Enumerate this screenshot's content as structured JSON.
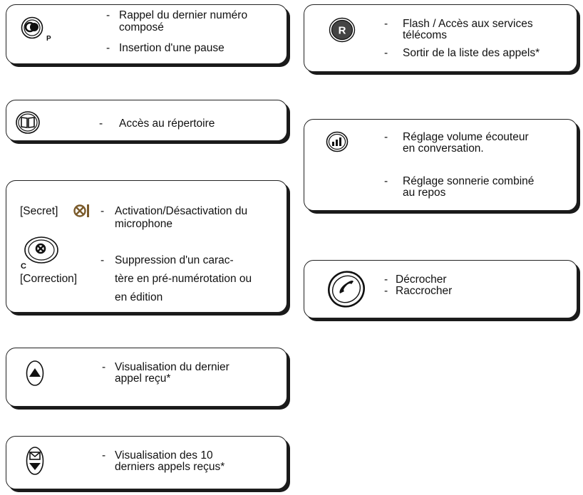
{
  "cards": [
    {
      "key": "redial",
      "icon_name": "redial-key-icon",
      "icon_sub": "P",
      "items": [
        [
          "Rappel du dernier numéro",
          "composé"
        ],
        [
          "Insertion d'une pause"
        ]
      ]
    },
    {
      "key": "phonebook",
      "icon_name": "phonebook-key-icon",
      "items": [
        [
          "Accès au répertoire"
        ]
      ]
    },
    {
      "key": "mute",
      "secret_label": "[Secret]",
      "mute_icon_name": "mute-icon",
      "correction_label": "[Correction]",
      "icon_name": "correction-key-icon",
      "icon_sub": "C",
      "items": [
        [
          "Activation/Désactivation du",
          "microphone"
        ],
        [
          "Suppression d'un carac-",
          "tère en pré-numérotation ou",
          "en édition"
        ]
      ]
    },
    {
      "key": "last-call",
      "icon_name": "up-arrow-key-icon",
      "items": [
        [
          "Visualisation du dernier",
          "appel reçu*"
        ]
      ]
    },
    {
      "key": "last-10",
      "icon_name": "envelope-down-key-icon",
      "items": [
        [
          "Visualisation des 10",
          "derniers appels reçus*"
        ]
      ]
    },
    {
      "key": "flash",
      "icon_name": "r-flash-key-icon",
      "icon_letter": "R",
      "items": [
        [
          "Flash / Accès aux services",
          "télécoms"
        ],
        [
          "Sortir de la liste des appels*"
        ]
      ]
    },
    {
      "key": "volume",
      "icon_name": "volume-key-icon",
      "items": [
        [
          "Réglage volume écouteur",
          "en conversation."
        ],
        [
          "Réglage sonnerie combiné",
          "au repos"
        ]
      ]
    },
    {
      "key": "hook",
      "icon_name": "handset-key-icon",
      "items": [
        [
          "Décrocher"
        ],
        [
          "Raccrocher"
        ]
      ]
    }
  ],
  "dash_char": "-"
}
